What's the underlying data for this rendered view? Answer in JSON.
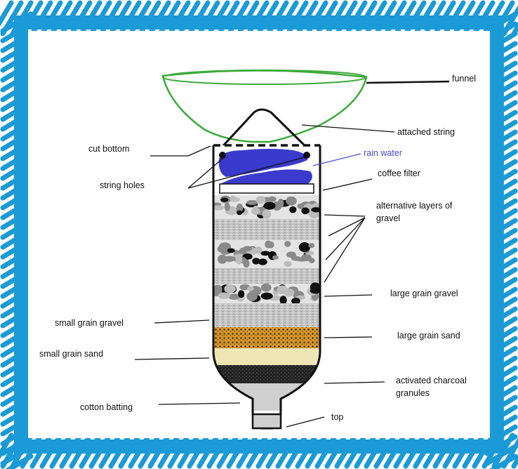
{
  "labels": {
    "funnel": "funnel",
    "attached_string": "attached string",
    "cut_bottom": "cut bottom",
    "rain_water": "rain water",
    "string_holes": "string holes",
    "coffee_filter": "coffee filter",
    "alt_layers_line1": "alternative layers of",
    "alt_layers_line2": "gravel",
    "large_grain_gravel": "large grain gravel",
    "small_grain_gravel": "small grain gravel",
    "large_grain_sand": "large grain sand",
    "small_grain_sand": "small grain sand",
    "charcoal_line1": "activated charcoal",
    "charcoal_line2": "granules",
    "cotton_batting": "cotton batting",
    "top": "top"
  },
  "colors": {
    "frame": "#1a9ad6",
    "funnel": "#3aaa3a",
    "rain_water": "#3a3acc",
    "rain_label": "#4a4ad4",
    "gravel_light": "#bdbdbd",
    "gravel_mid": "#8a8a8a",
    "gravel_dark": "#111111",
    "sand_large": "#d99a2b",
    "sand_small": "#efe6b5",
    "charcoal": "#1c1c1c",
    "cotton": "#cfcfcf"
  }
}
